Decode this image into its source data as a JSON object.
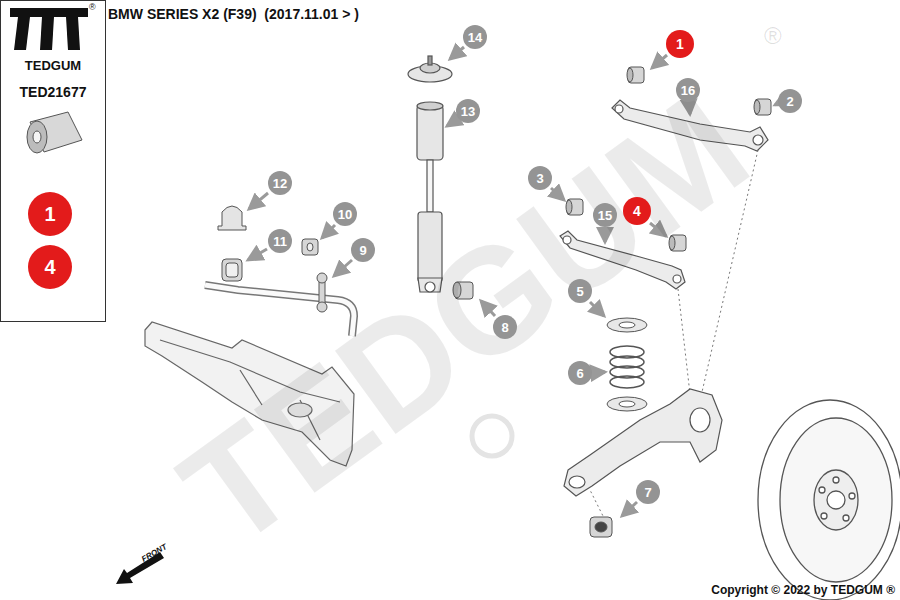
{
  "diagram": {
    "title": "BMW SERIES X2 (F39)  (2017.11.01 > )",
    "nodes": [
      {
        "text": [
          "TEDGUM",
          "TED21677"
        ]
      },
      {
        "text": [
          "1"
        ],
        "in": 0
      },
      {
        "text": [
          "4"
        ],
        "in": 0
      }
    ],
    "labels": [
      "®",
      "14",
      "1",
      "2",
      "16",
      "13",
      "3",
      "15",
      "4",
      "12",
      "10",
      "9",
      "11",
      "5",
      "8",
      "6",
      "7",
      "FRONT",
      "TEDGUM",
      "®",
      "Copyright © 2022 by TEDGUM ®"
    ]
  }
}
